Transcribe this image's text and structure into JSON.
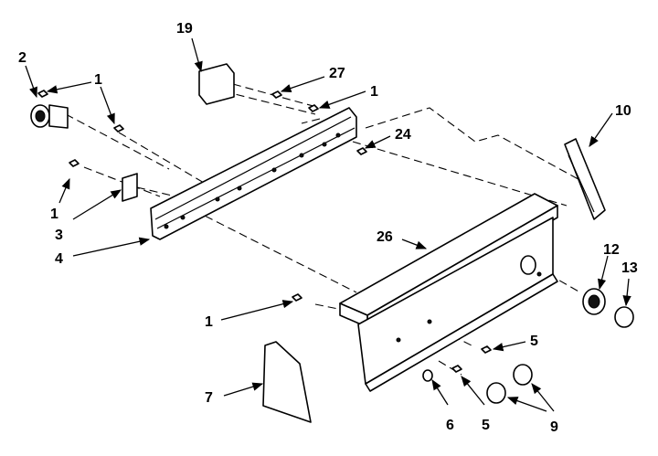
{
  "callouts": {
    "c1a": "1",
    "c1b": "1",
    "c1c": "1",
    "c1d": "1",
    "c2": "2",
    "c3": "3",
    "c4": "4",
    "c5a": "5",
    "c5b": "5",
    "c6": "6",
    "c7": "7",
    "c9": "9",
    "c10": "10",
    "c12": "12",
    "c13": "13",
    "c19": "19",
    "c24": "24",
    "c26": "26",
    "c27": "27"
  },
  "colors": {
    "line": "#000000",
    "background": "#ffffff"
  }
}
